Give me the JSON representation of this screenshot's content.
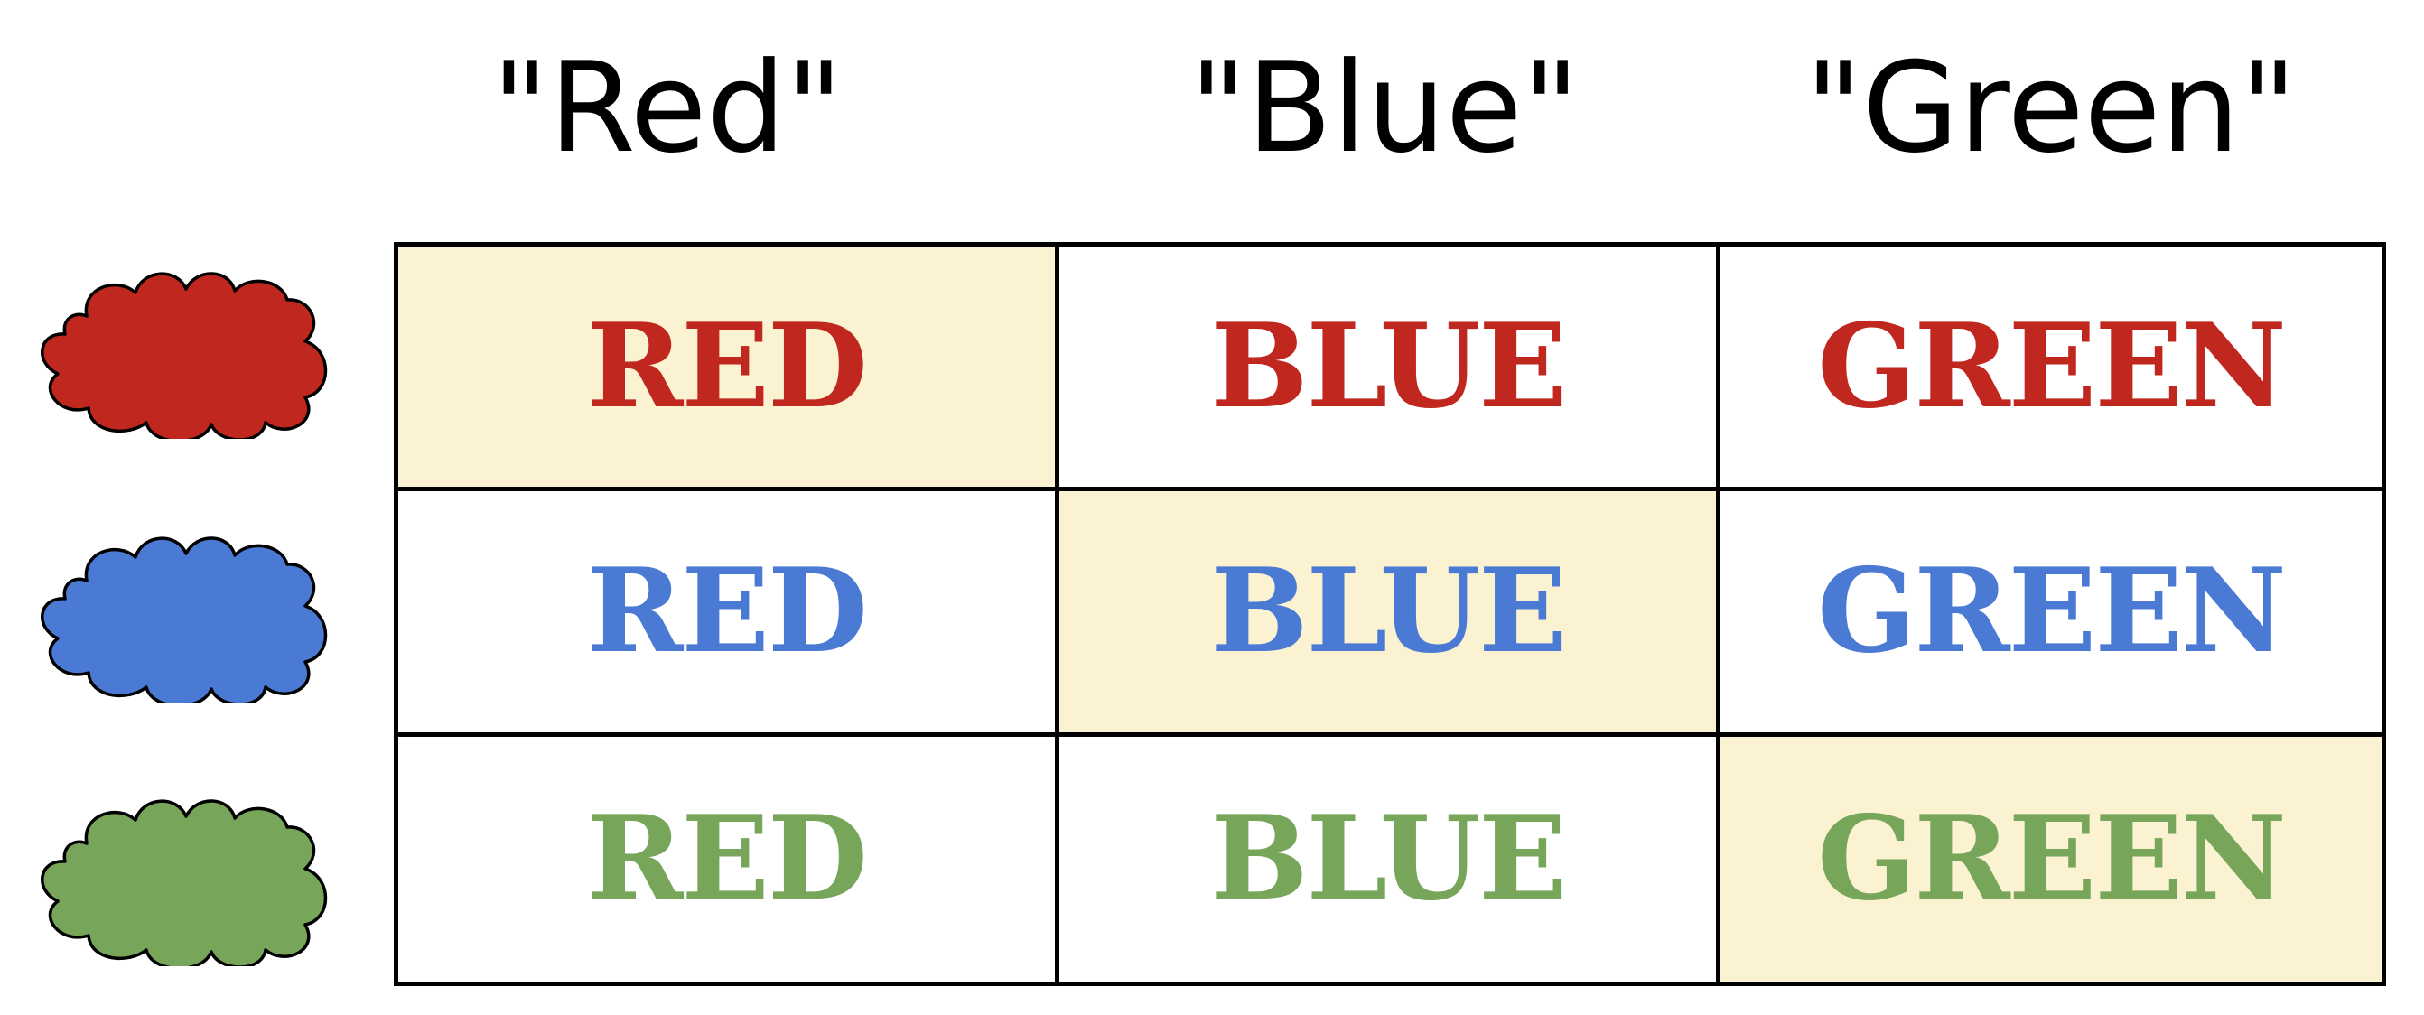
{
  "colors": {
    "red": "#c0271f",
    "blue": "#4a7ad4",
    "green": "#77a65a",
    "highlight": "#fbf2d2",
    "plain": "#ffffff"
  },
  "headers": [
    "\"Red\"",
    "\"Blue\"",
    "\"Green\""
  ],
  "rows": [
    {
      "ink": "red",
      "cloud_icon": "red-cloud-icon",
      "cells": [
        {
          "text": "RED",
          "highlighted": true
        },
        {
          "text": "BLUE",
          "highlighted": false
        },
        {
          "text": "GREEN",
          "highlighted": false
        }
      ]
    },
    {
      "ink": "blue",
      "cloud_icon": "blue-cloud-icon",
      "cells": [
        {
          "text": "RED",
          "highlighted": false
        },
        {
          "text": "BLUE",
          "highlighted": true
        },
        {
          "text": "GREEN",
          "highlighted": false
        }
      ]
    },
    {
      "ink": "green",
      "cloud_icon": "green-cloud-icon",
      "cells": [
        {
          "text": "RED",
          "highlighted": false
        },
        {
          "text": "BLUE",
          "highlighted": false
        },
        {
          "text": "GREEN",
          "highlighted": true
        }
      ]
    }
  ]
}
